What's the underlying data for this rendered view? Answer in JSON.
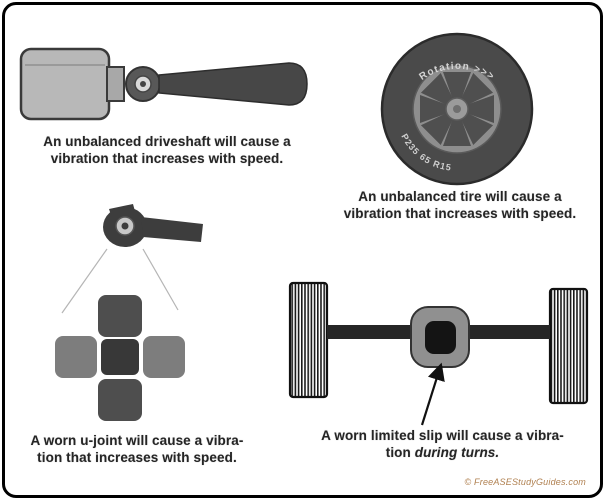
{
  "captions": {
    "driveshaft_line1": "An unbalanced driveshaft will cause a",
    "driveshaft_line2": "vibration that increases with speed.",
    "tire_line1": "An unbalanced tire will cause a",
    "tire_line2": "vibration that increases with speed.",
    "ujoint_line1": "A worn u-joint will cause a vibra-",
    "ujoint_line2": "tion that increases with speed.",
    "limited_slip_line1": "A worn limited slip will cause a vibra-",
    "limited_slip_line2_prefix": "tion ",
    "limited_slip_line2_italic": "during turns."
  },
  "tire": {
    "rotation_label": "Rotation >>>",
    "size_label": "P235 65 R15"
  },
  "watermark": "© FreeASEStudyGuides.com",
  "colors": {
    "frame_border": "#000000",
    "tire_rubber": "#4a4a4a",
    "wheel_face": "#8e8e8e",
    "spoke_dark": "#4f4f4f",
    "shaft_gray": "#474747",
    "housing_gray": "#b8b8b8",
    "ujoint_cap_dark": "#4e4e4e",
    "ujoint_cap_medium": "#7d7d7d",
    "axle_bar": "#262626",
    "caption_text": "#252525",
    "watermark_text": "#b08050"
  }
}
